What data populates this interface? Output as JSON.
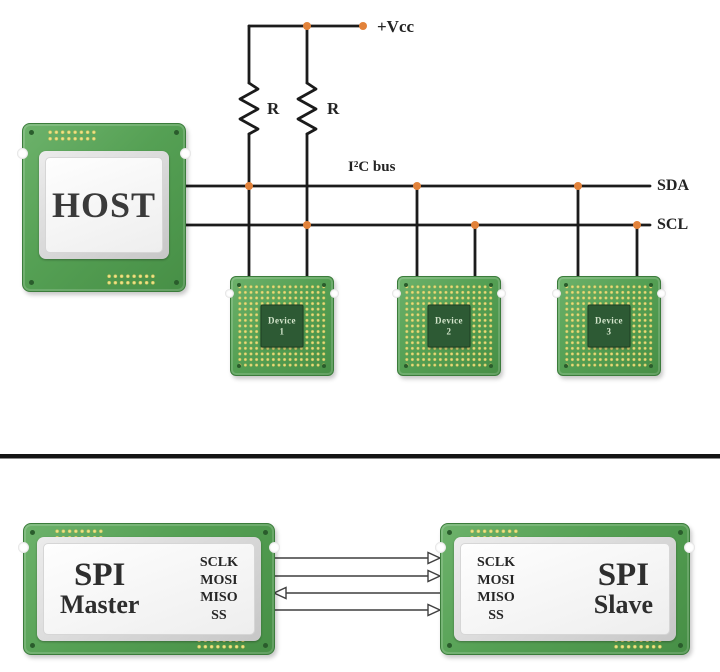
{
  "i2c": {
    "vcc_label": "+Vcc",
    "resistors": [
      "R",
      "R"
    ],
    "bus_label": "I²C bus",
    "sda_label": "SDA",
    "scl_label": "SCL",
    "host_label": "HOST",
    "devices": [
      {
        "name": "Device",
        "number": "1"
      },
      {
        "name": "Device",
        "number": "2"
      },
      {
        "name": "Device",
        "number": "3"
      }
    ]
  },
  "spi": {
    "master": {
      "title": "SPI",
      "role": "Master",
      "signals": [
        "SCLK",
        "MOSI",
        "MISO",
        "SS"
      ]
    },
    "slave": {
      "title": "SPI",
      "role": "Slave",
      "signals": [
        "SCLK",
        "MOSI",
        "MISO",
        "SS"
      ]
    },
    "connections": [
      {
        "signal": "SCLK",
        "direction": "master-to-slave"
      },
      {
        "signal": "MOSI",
        "direction": "master-to-slave"
      },
      {
        "signal": "MISO",
        "direction": "slave-to-master"
      },
      {
        "signal": "SS",
        "direction": "master-to-slave"
      }
    ]
  },
  "colors": {
    "board_green": "#55a054",
    "pin_gold": "#d6cb66",
    "junction_orange": "#e2823a",
    "wire_black": "#1b1b1b",
    "die_dark_green": "#2d5a34",
    "arrow_gray": "#3f3f3f"
  }
}
